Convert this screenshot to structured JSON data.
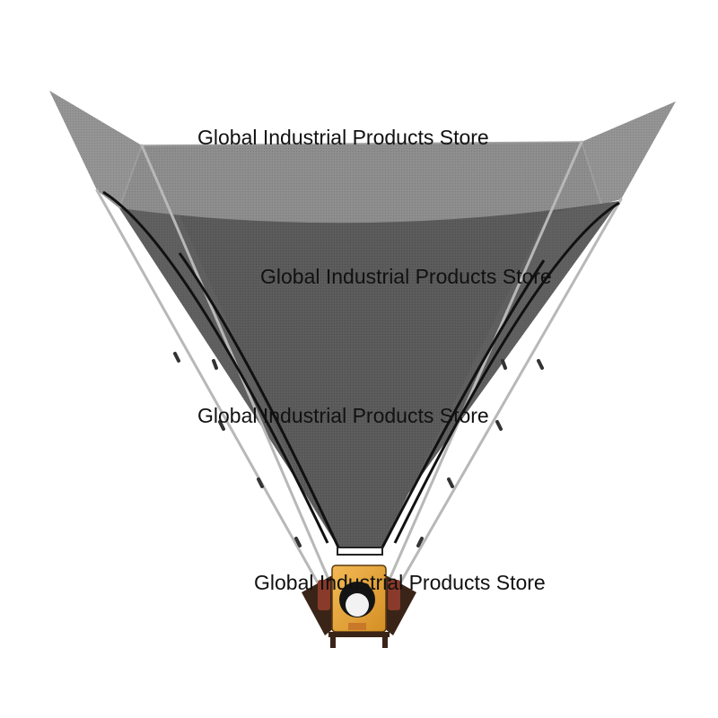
{
  "watermarks": [
    "Global Industrial Products Store",
    "Global Industrial Products Store",
    "Global Industrial Products Store",
    "Global Industrial Products Store"
  ],
  "colors": {
    "background": "#ffffff",
    "outer_net": "#8c8c8c",
    "inner_net": "#5a5a5a",
    "poles": "#b5b5b5",
    "ropes": "#111111",
    "machine_body": "#e8a53a",
    "machine_frame": "#3a2418"
  }
}
